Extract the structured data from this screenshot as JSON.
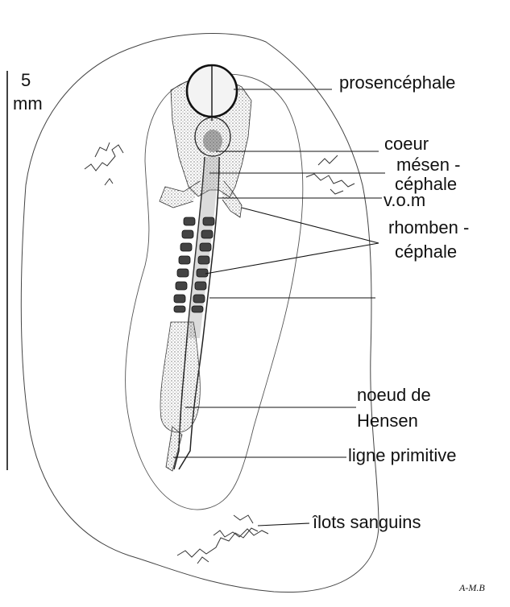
{
  "scale_bar": {
    "value_label": "5",
    "unit_label": "mm"
  },
  "labels": {
    "prosencephale": "prosencéphale",
    "coeur": "coeur",
    "mesencephale_1": "mésen -",
    "mesencephale_2": "céphale",
    "vom": "v.o.m",
    "rhombencephale_1": "rhomben -",
    "rhombencephale_2": "céphale",
    "noeud_1": "noeud de",
    "noeud_2": "Hensen",
    "ligne_primitive": "ligne primitive",
    "ilots_sanguins": "îlots sanguins"
  },
  "signature": "A-M.B"
}
